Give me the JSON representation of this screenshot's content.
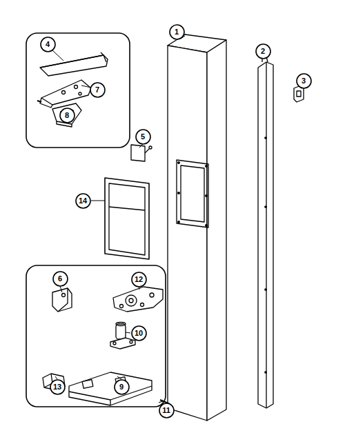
{
  "diagram": {
    "nodes": [
      {
        "text": [
          "4"
        ]
      },
      {
        "text": [
          "1"
        ]
      },
      {
        "text": [
          "2"
        ]
      },
      {
        "text": [
          "3"
        ]
      },
      {
        "text": [
          "7"
        ]
      },
      {
        "text": [
          "8"
        ]
      },
      {
        "text": [
          "5"
        ]
      },
      {
        "text": [
          "14"
        ]
      },
      {
        "text": [
          "6"
        ]
      },
      {
        "text": [
          "12"
        ]
      },
      {
        "text": [
          "10"
        ]
      },
      {
        "text": [
          "13"
        ]
      },
      {
        "text": [
          "9"
        ]
      },
      {
        "text": [
          "11"
        ]
      }
    ]
  }
}
